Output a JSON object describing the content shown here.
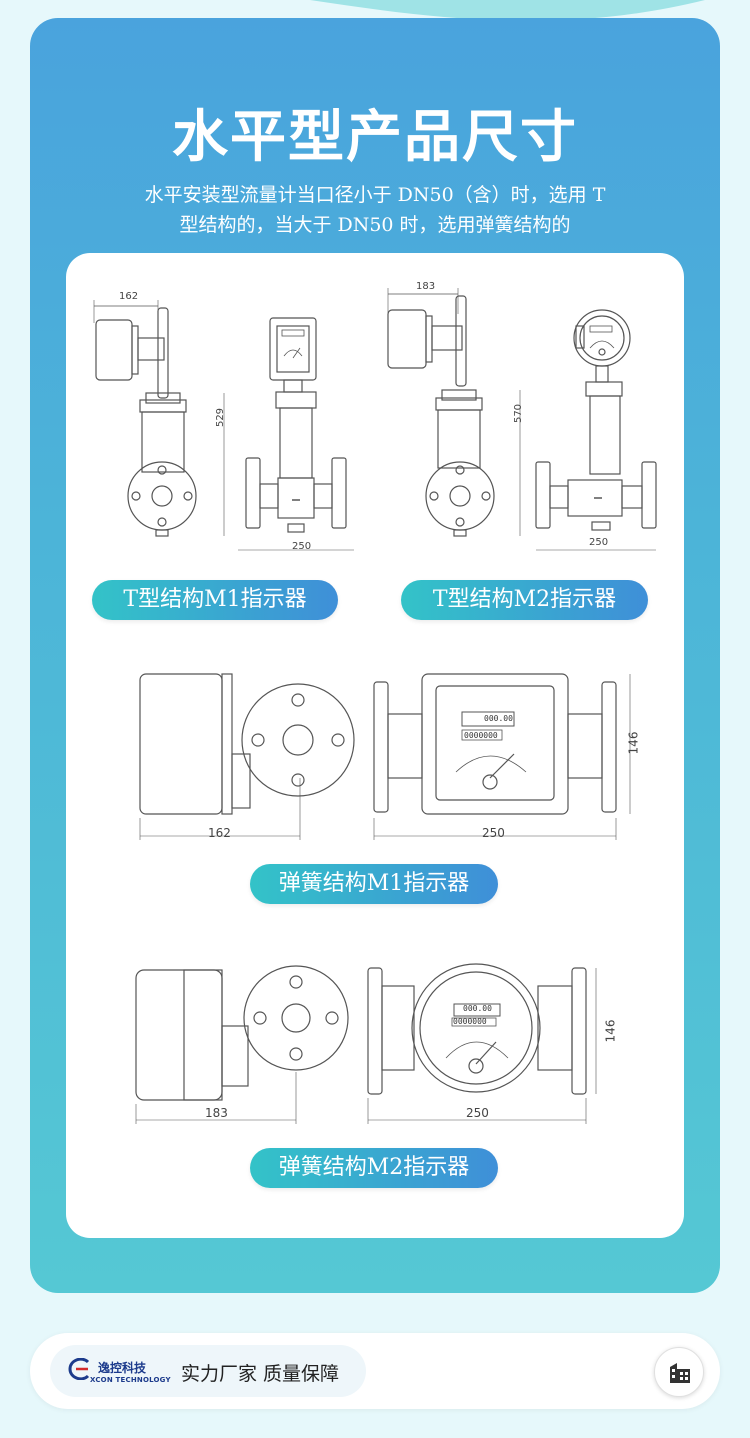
{
  "header": {
    "title": "水平型产品尺寸",
    "subtitle_line1": "水平安装型流量计当口径小于 DN50（含）时，选用 T",
    "subtitle_line2": "型结构的，当大于 DN50 时，选用弹簧结构的"
  },
  "drawings": {
    "t_m1": {
      "width_label": "162",
      "height_label": "529",
      "base_label": "250"
    },
    "t_m2": {
      "width_label": "183",
      "height_label": "570",
      "base_label": "250"
    },
    "spring_m1": {
      "side_label": "162",
      "front_label": "250",
      "height_label": "146",
      "display": "000.00",
      "counter": "0000000"
    },
    "spring_m2": {
      "side_label": "183",
      "front_label": "250",
      "height_label": "146",
      "display": "000.00",
      "counter": "0000000"
    }
  },
  "labels": {
    "t_m1": "T型结构M1指示器",
    "t_m2": "T型结构M2指示器",
    "spring_m1": "弹簧结构M1指示器",
    "spring_m2": "弹簧结构M2指示器"
  },
  "footer": {
    "logo_name": "逸控科技",
    "logo_en": "XCON TECHNOLOGY",
    "slogan": "实力厂家 质量保障",
    "home_icon": "building-icon"
  },
  "colors": {
    "panel_top": "#4aa3dd",
    "panel_bottom": "#55c8d4",
    "pill_start": "#33c3c8",
    "pill_end": "#3f8fd8",
    "brand": "#1c3b8c"
  }
}
